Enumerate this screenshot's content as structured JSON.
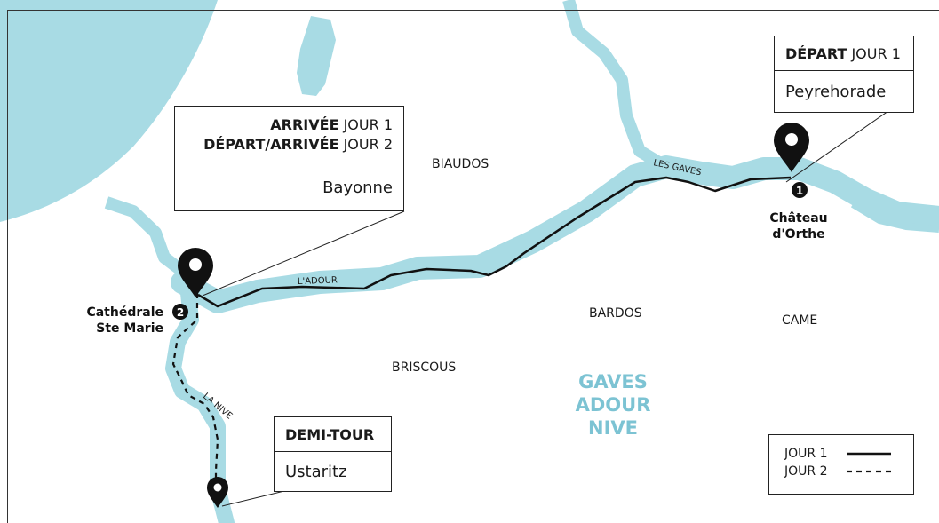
{
  "map": {
    "colors": {
      "water": "#a8dbe4",
      "route": "#111111",
      "region_label": "#7cc3d3"
    },
    "places": {
      "biaudos": "BIAUDOS",
      "bardos": "BARDOS",
      "came": "CAME",
      "briscous": "BRISCOUS"
    },
    "rivers": {
      "adour": "L'ADOUR",
      "gaves": "LES GAVES",
      "nive": "LA NIVE"
    },
    "region": [
      "GAVES",
      "ADOUR",
      "NIVE"
    ],
    "markers": [
      {
        "number": "1",
        "name_line1": "Château",
        "name_line2": "d'Orthe"
      },
      {
        "number": "2",
        "name_line1": "Cathédrale",
        "name_line2": "Ste Marie"
      }
    ],
    "callouts": {
      "depart": {
        "bold": "DÉPART",
        "rest": " JOUR 1",
        "place": "Peyrehorade"
      },
      "bayonne": {
        "line1_bold": "ARRIVÉE",
        "line1_rest": " JOUR 1",
        "line2_bold": "DÉPART/ARRIVÉE",
        "line2_rest": " JOUR 2",
        "place": "Bayonne"
      },
      "demitour": {
        "bold": "DEMI-TOUR",
        "place": "Ustaritz"
      }
    },
    "legend": [
      {
        "label": "JOUR 1",
        "style": "solid"
      },
      {
        "label": "JOUR 2",
        "style": "dashed"
      }
    ]
  }
}
